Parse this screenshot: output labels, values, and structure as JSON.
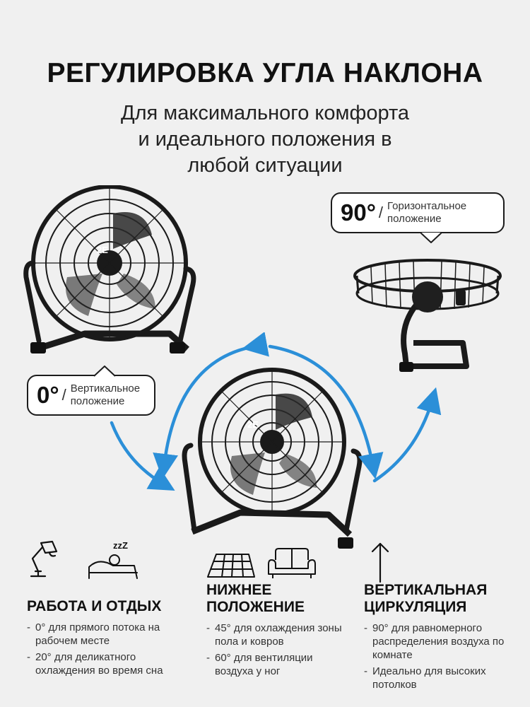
{
  "header": {
    "title": "РЕГУЛИРОВКА УГЛА НАКЛОНА",
    "subtitle_lines": [
      "Для максимального комфорта",
      "и идеального положения в",
      "любой ситуации"
    ]
  },
  "bubbles": {
    "vertical": {
      "degree": "0°",
      "slash": "/",
      "line1": "Вертикальное",
      "line2": "положение"
    },
    "horizontal": {
      "degree": "90°",
      "slash": "/",
      "line1": "Горизонтальное",
      "line2": "положение"
    }
  },
  "brand_logo": "2E",
  "columns": [
    {
      "title_lines": [
        "РАБОТА И ОТДЫХ"
      ],
      "items": [
        "0° для прямого потока на рабочем месте",
        "20° для деликатного охлаждения во время сна"
      ]
    },
    {
      "title_lines": [
        "НИЖНЕЕ",
        "ПОЛОЖЕНИЕ"
      ],
      "items": [
        "45° для охлаждения зоны пола и ковров",
        "60° для вентиляции воздуха у ног"
      ]
    },
    {
      "title_lines": [
        "ВЕРТИКАЛЬНАЯ",
        "ЦИРКУЛЯЦИЯ"
      ],
      "items": [
        "90° для равномерного распределения воздуха по комнате",
        "Идеально для высоких потолков"
      ]
    }
  ],
  "icons": [
    "desk-lamp-icon",
    "sleeping-person-icon",
    "floor-tiles-icon",
    "sofa-icon",
    "arrow-up-icon"
  ],
  "colors": {
    "arrow": "#2b8fd8",
    "text": "#111111",
    "background": "#f0f0f0"
  },
  "dash": "-",
  "sleep_text": "zzZ"
}
